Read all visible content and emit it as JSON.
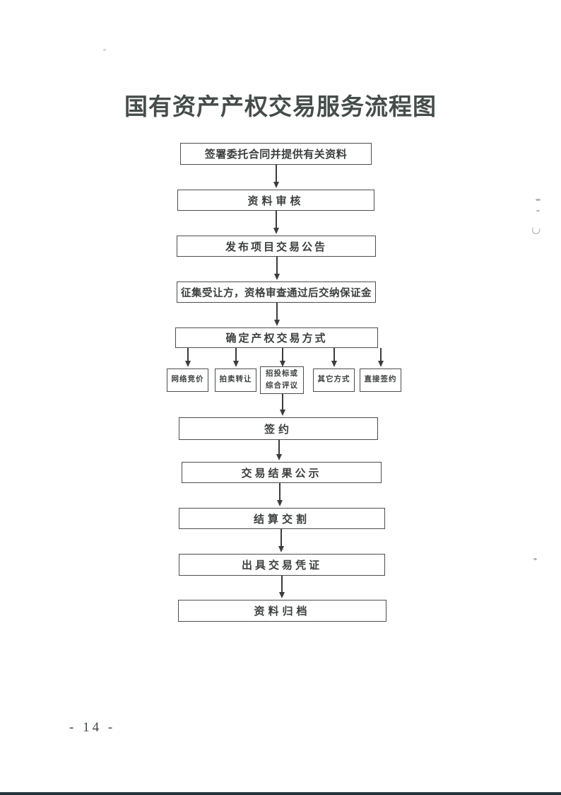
{
  "page": {
    "title": "国有资产产权交易服务流程图",
    "page_number": "- 14 -"
  },
  "flowchart": {
    "steps": [
      {
        "label": "签署委托合同并提供有关资料"
      },
      {
        "label": "资料审核"
      },
      {
        "label": "发布项目交易公告"
      },
      {
        "label": "征集受让方，资格审查通过后交纳保证金"
      },
      {
        "label": "确定产权交易方式"
      },
      {
        "label": "签约"
      },
      {
        "label": "交易结果公示"
      },
      {
        "label": "结算交割"
      },
      {
        "label": "出具交易凭证"
      },
      {
        "label": "资料归档"
      }
    ],
    "methods": [
      {
        "label": "网络竞价"
      },
      {
        "label": "拍卖转让"
      },
      {
        "label": "招投标或\n综合评议"
      },
      {
        "label": "其它方式"
      },
      {
        "label": "直接签约"
      }
    ]
  }
}
